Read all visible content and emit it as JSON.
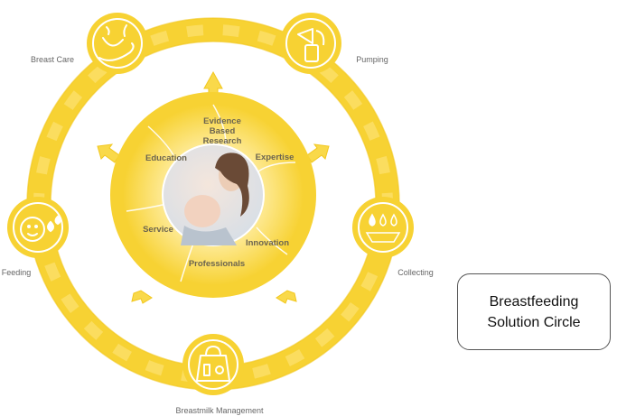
{
  "nodes": [
    {
      "id": "breast-care",
      "label": "Breast Care",
      "icon": "breast-care-icon"
    },
    {
      "id": "pumping",
      "label": "Pumping",
      "icon": "breast-pump-icon"
    },
    {
      "id": "collecting",
      "label": "Collecting",
      "icon": "milk-drops-icon"
    },
    {
      "id": "management",
      "label": "Breastmilk Management",
      "icon": "cooler-bag-icon"
    },
    {
      "id": "feeding",
      "label": "Feeding",
      "icon": "baby-face-icon"
    }
  ],
  "segments": {
    "evidence": [
      "Evidence",
      "Based",
      "Research"
    ],
    "expertise": "Expertise",
    "innovation": "Innovation",
    "professionals": "Professionals",
    "service": "Service",
    "education": "Education"
  },
  "solution_box": {
    "line1": "Breastfeeding",
    "line2": "Solution Circle"
  },
  "colors": {
    "ring": "#f7d233",
    "ring_light": "#fbe06a",
    "inner": "#f9d94a",
    "inner_light": "#fce98a",
    "white": "#ffffff",
    "text": "#6b6450"
  }
}
